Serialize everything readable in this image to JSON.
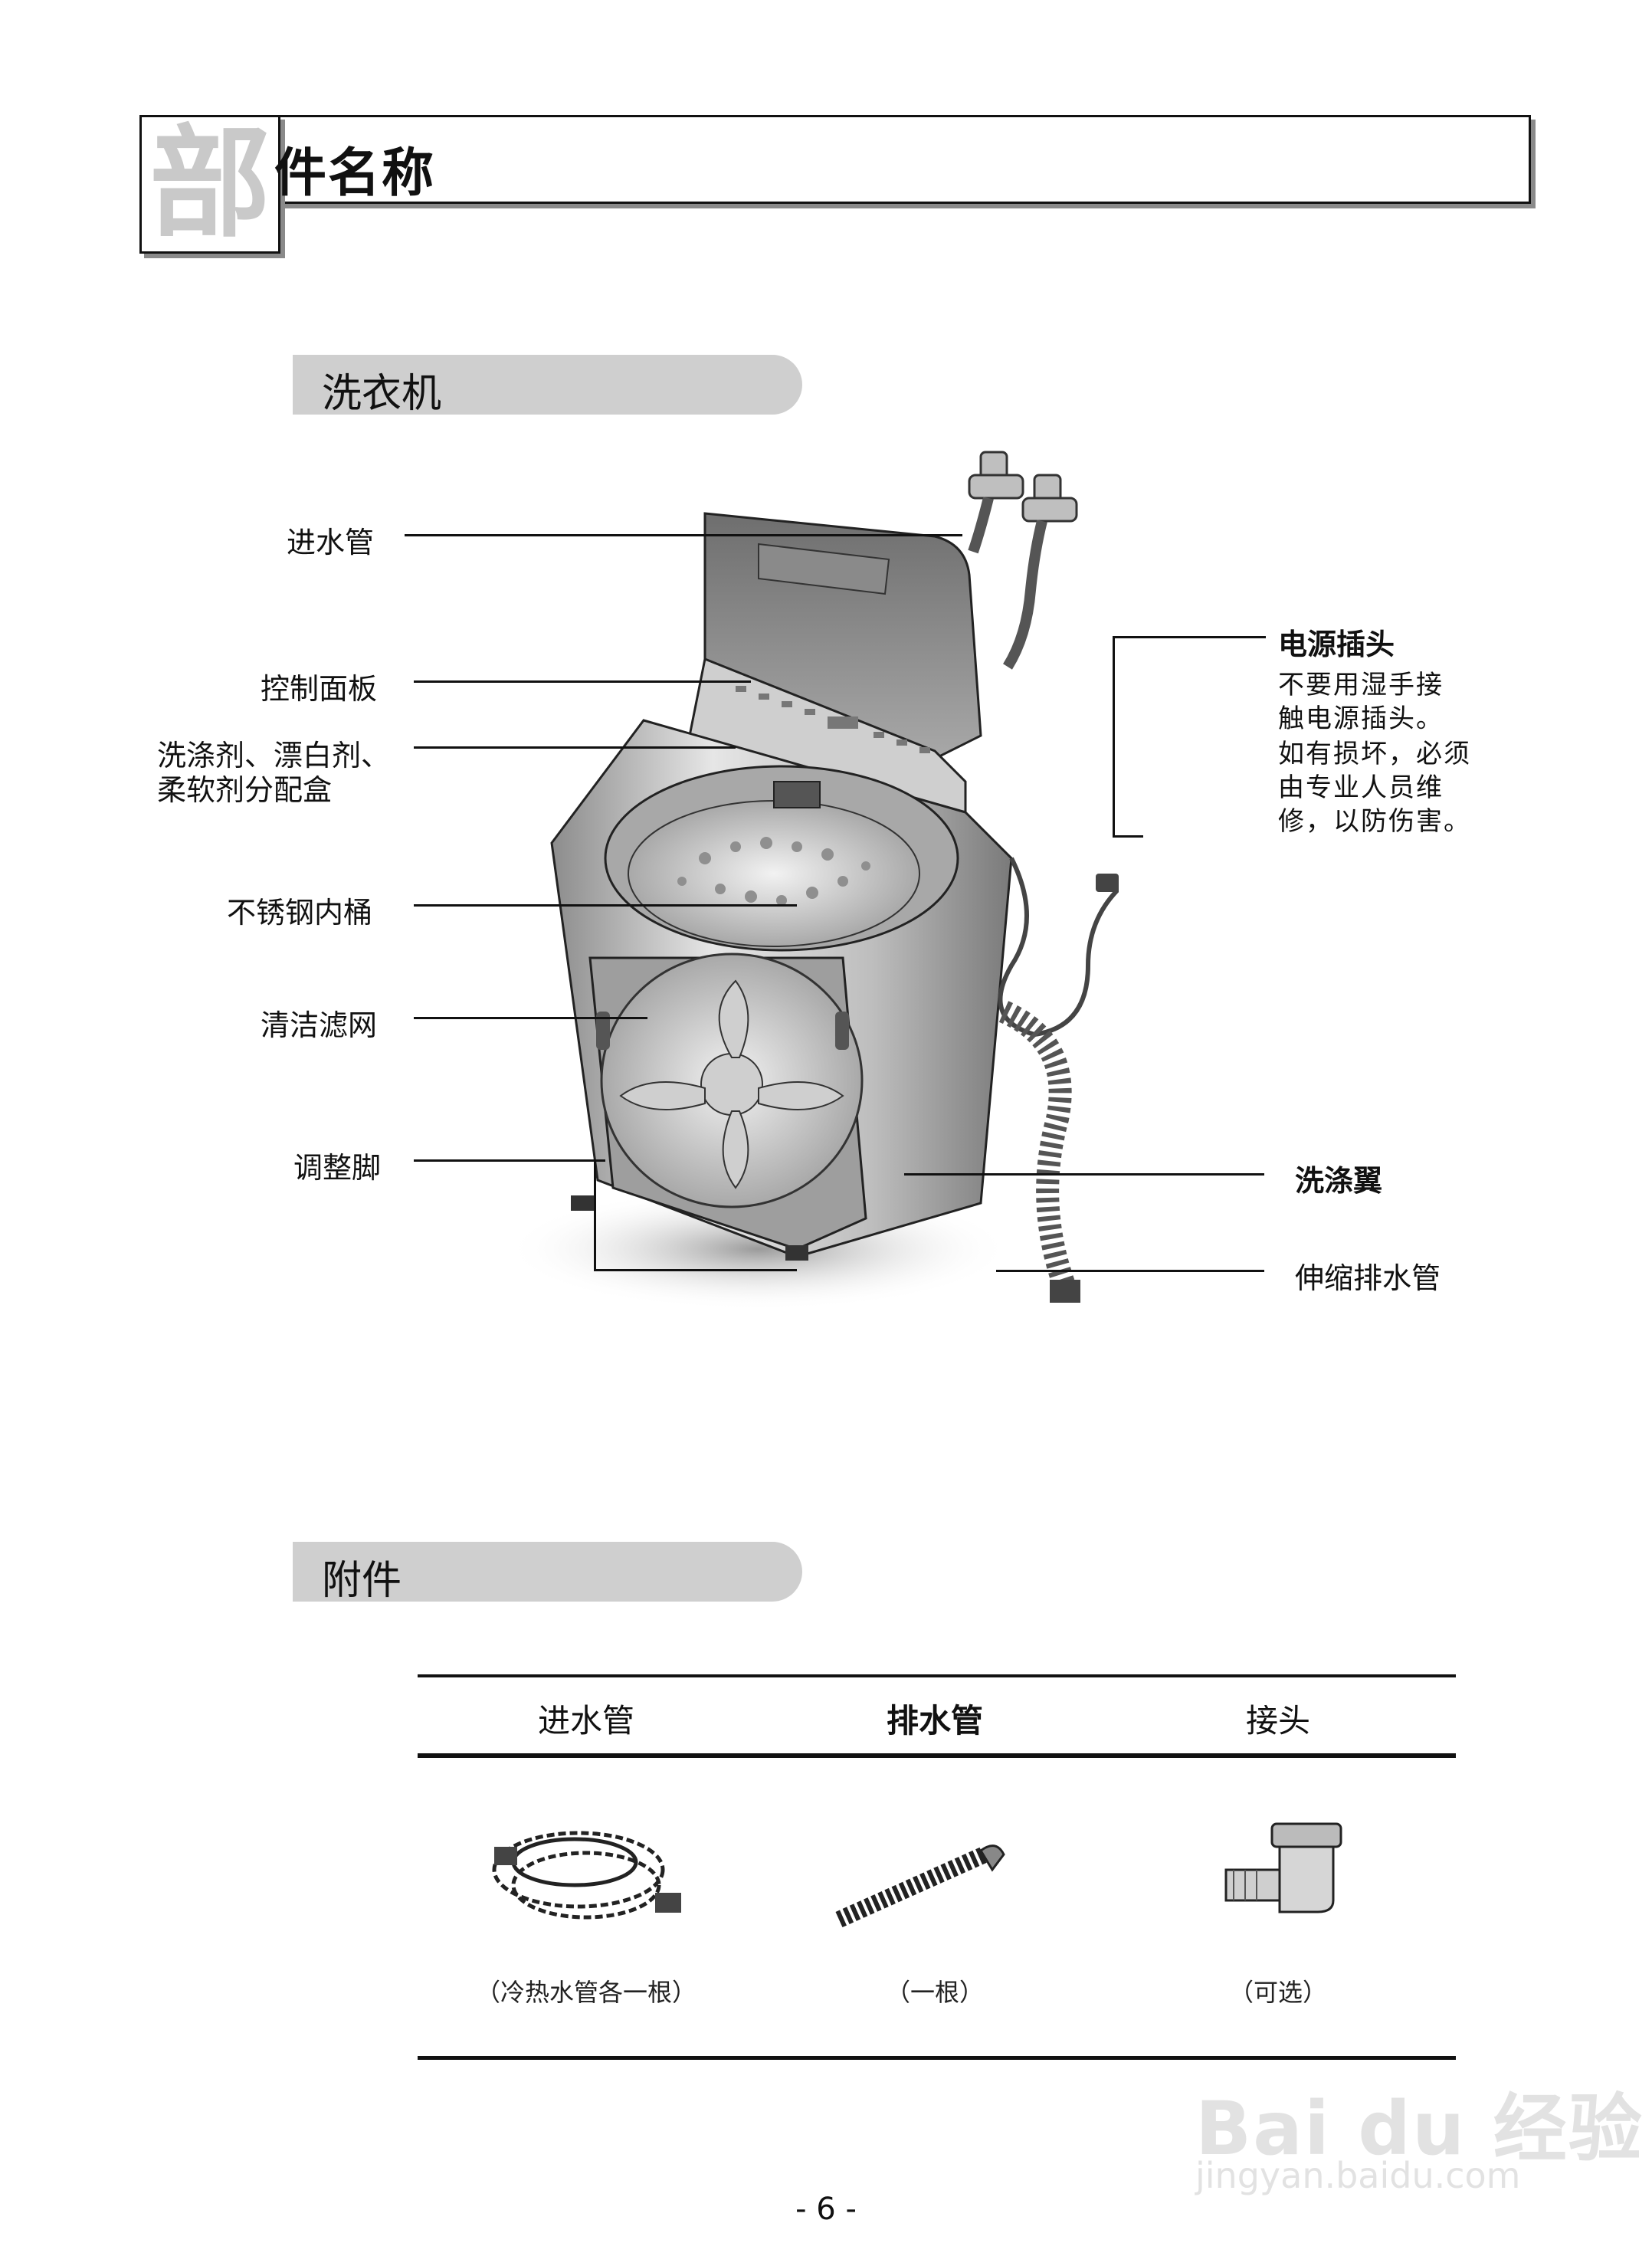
{
  "title": {
    "first_char": "部",
    "rest": "件名称"
  },
  "sections": {
    "washer": "洗衣机",
    "accessories": "附件"
  },
  "callouts": {
    "inlet_hose": "进水管",
    "control_panel": "控制面板",
    "dispenser_line1": "洗涤剂、漂白剂、",
    "dispenser_line2": "柔软剂分配盒",
    "inner_tub": "不锈钢内桶",
    "lint_filter": "清洁滤网",
    "leveling_feet": "调整脚",
    "power_plug": "电源插头",
    "power_note_1": "不要用湿手接",
    "power_note_2": "触电源插头。",
    "power_note_3": "如有损坏，必须",
    "power_note_4": "由专业人员维",
    "power_note_5": "修，以防伤害。",
    "pulsator": "洗涤翼",
    "drain_hose": "伸缩排水管"
  },
  "accessories_table": {
    "headers": [
      "进水管",
      "排水管",
      "接头"
    ],
    "captions": [
      "（冷热水管各一根）",
      "（一根）",
      "（可选）"
    ]
  },
  "page_number": "- 6 -",
  "watermark": {
    "main": "Bai du 经验",
    "sub": "jingyan.baidu.com"
  }
}
